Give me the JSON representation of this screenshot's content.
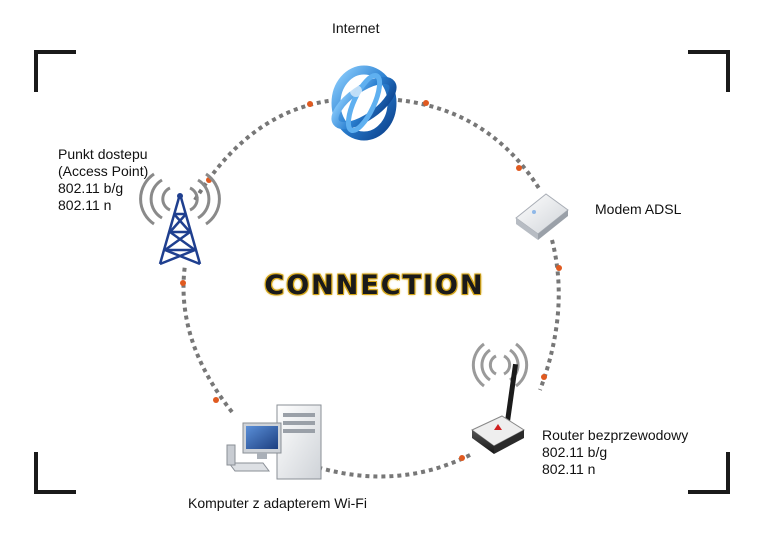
{
  "diagram": {
    "title": "CONNECTION",
    "nodes": {
      "internet": {
        "lines": [
          "Internet"
        ],
        "icon": "internet-globe-icon"
      },
      "modem": {
        "lines": [
          "Modem ADSL"
        ],
        "icon": "adsl-modem-icon"
      },
      "router": {
        "lines": [
          "Router bezprzewodowy",
          "802.11 b/g",
          "802.11 n"
        ],
        "icon": "wireless-router-icon"
      },
      "computer": {
        "lines": [
          "Komputer z adapterem Wi-Fi"
        ],
        "icon": "desktop-computer-icon"
      },
      "access_point": {
        "lines": [
          "Punkt dostepu",
          "(Access Point)",
          "802.11 b/g",
          "802.11 n"
        ],
        "icon": "access-point-tower-icon"
      }
    },
    "colors": {
      "ring_dots": "#777777",
      "arrow_accent": "#e05a20",
      "tower_blue": "#1f3f8f",
      "globe_blue": "#2a7fd0",
      "title_glow": "#e0b020",
      "corner_marks": "#1a1a1a"
    }
  }
}
